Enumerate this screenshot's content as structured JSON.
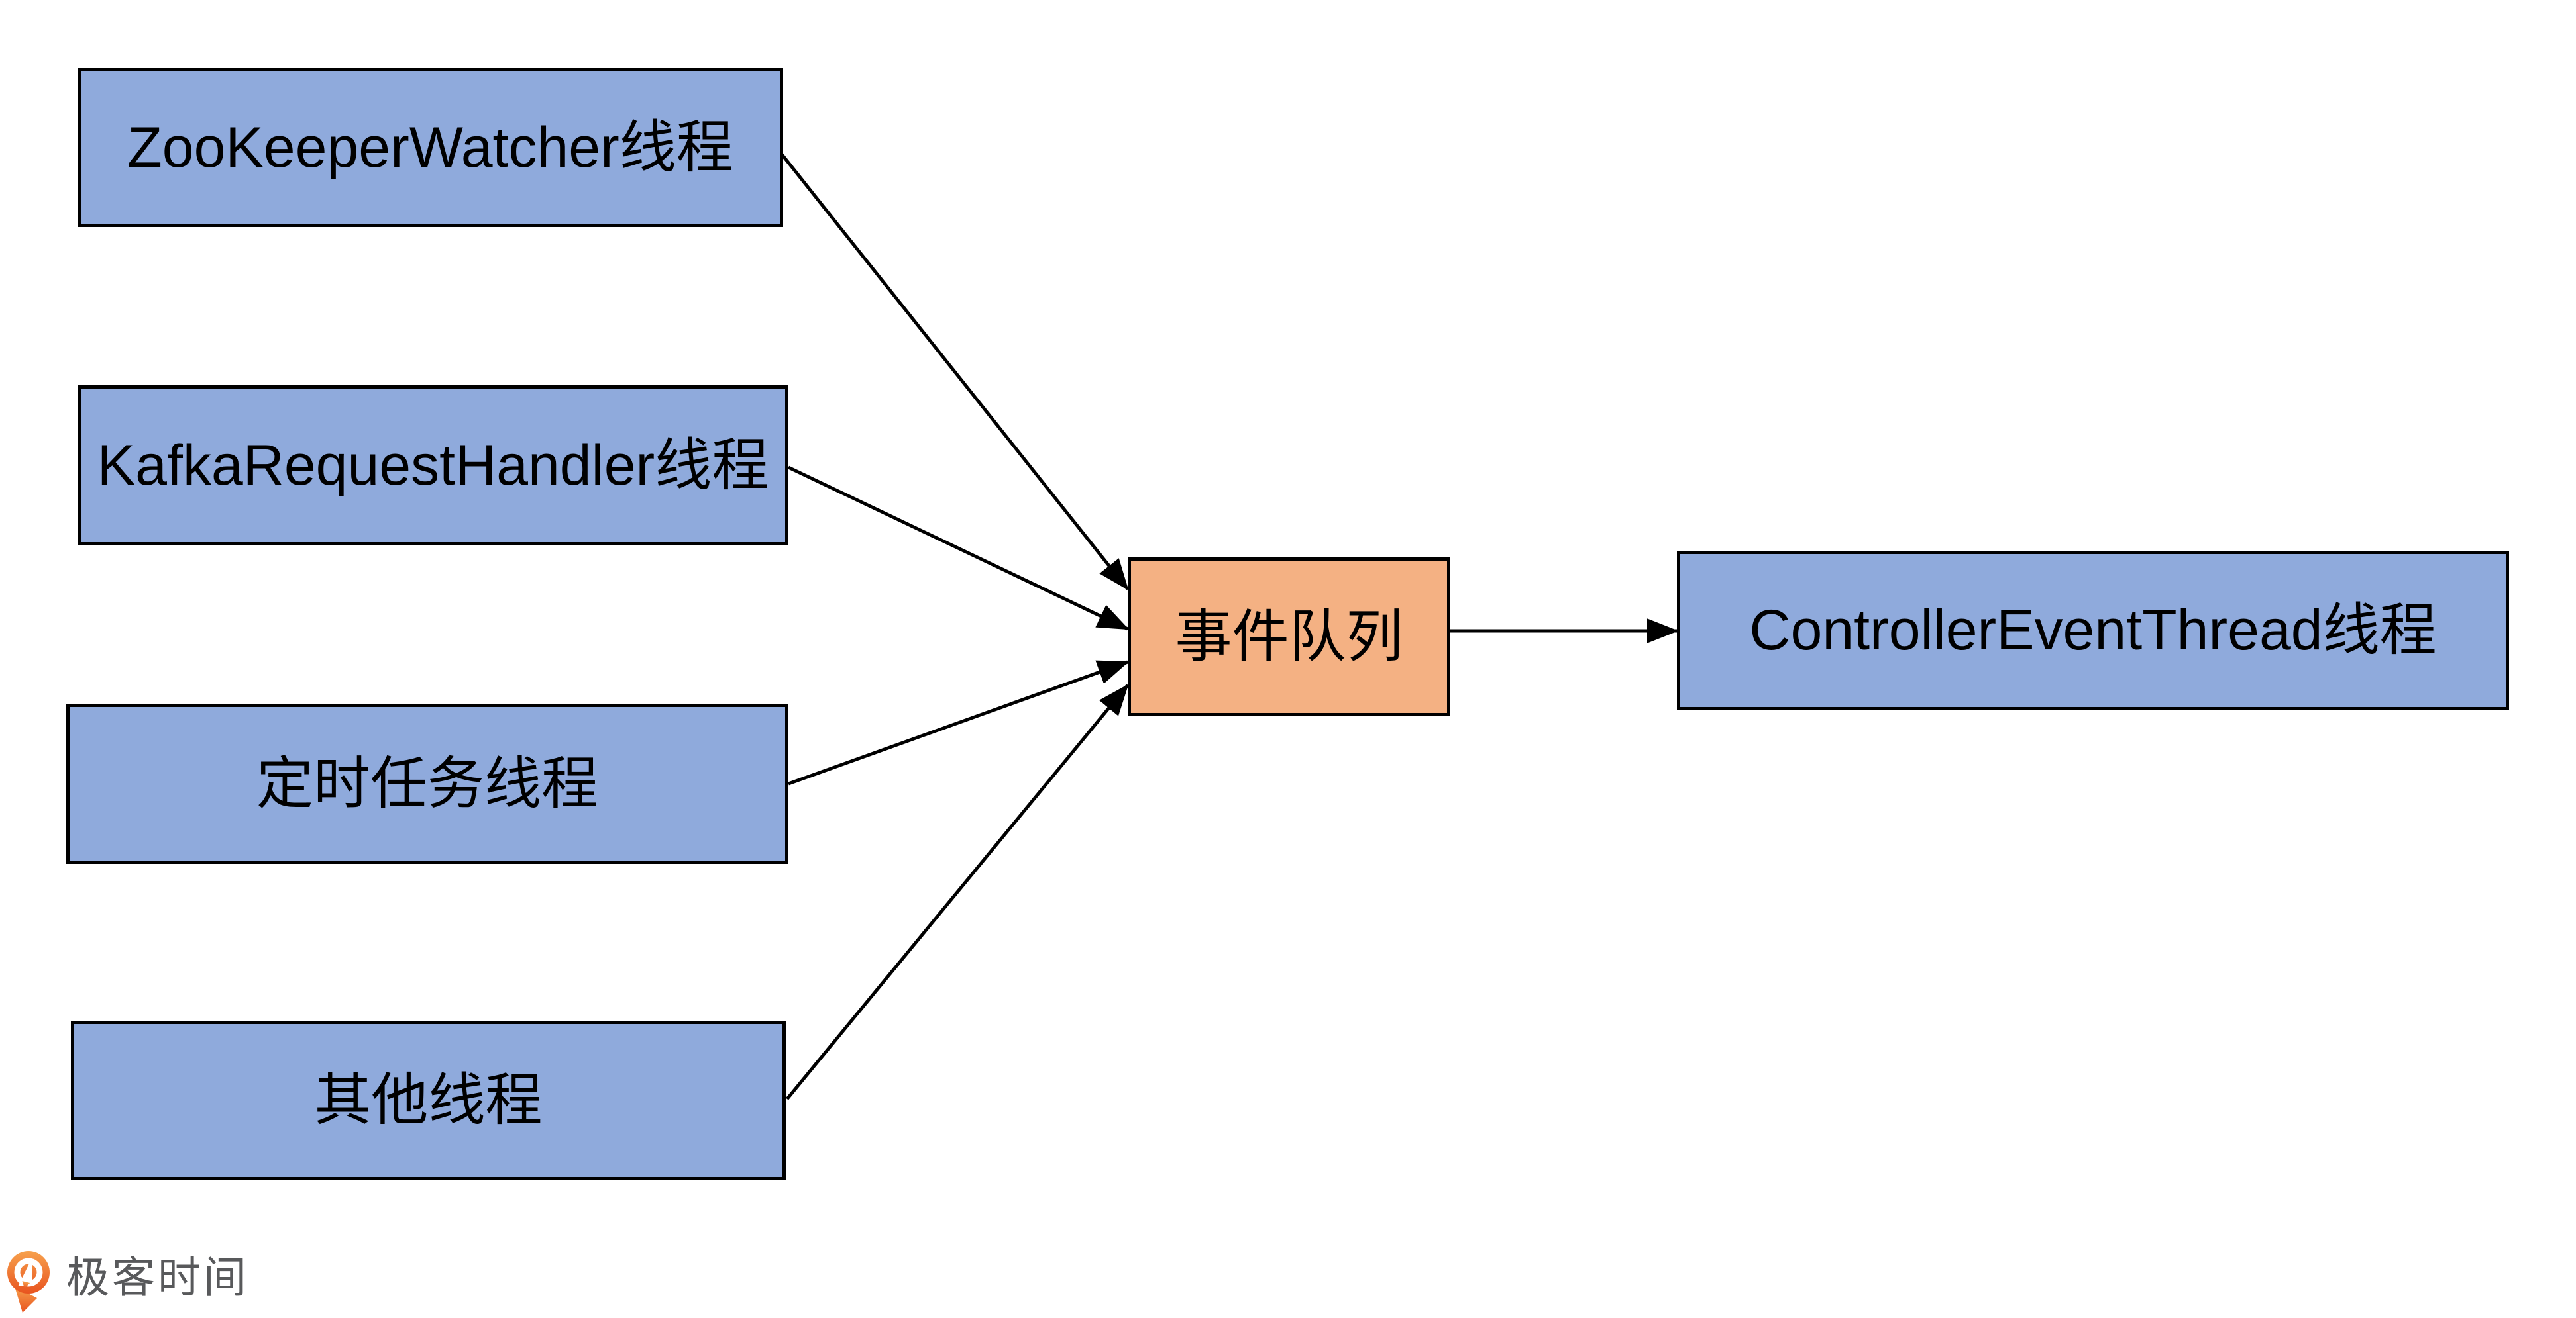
{
  "nodes": [
    {
      "id": "zookeeper-watcher-thread",
      "label": "ZooKeeperWatcher线程",
      "fill": "#8FAADC"
    },
    {
      "id": "kafka-request-handler-thread",
      "label": "KafkaRequestHandler线程",
      "fill": "#8FAADC"
    },
    {
      "id": "timer-task-thread",
      "label": "定时任务线程",
      "fill": "#8FAADC"
    },
    {
      "id": "other-thread",
      "label": "其他线程",
      "fill": "#8FAADC"
    },
    {
      "id": "event-queue",
      "label": "事件队列",
      "fill": "#F4B183"
    },
    {
      "id": "controller-event-thread",
      "label": "ControllerEventThread线程",
      "fill": "#8FAADC"
    }
  ],
  "edges": [
    {
      "from": "zookeeper-watcher-thread",
      "to": "event-queue"
    },
    {
      "from": "kafka-request-handler-thread",
      "to": "event-queue"
    },
    {
      "from": "timer-task-thread",
      "to": "event-queue"
    },
    {
      "from": "other-thread",
      "to": "event-queue"
    },
    {
      "from": "event-queue",
      "to": "controller-event-thread"
    }
  ],
  "colors": {
    "node_blue": "#8FAADC",
    "node_orange": "#F4B183",
    "stroke": "#000000",
    "background": "#FFFFFF",
    "logo_orange_top": "#F7A14D",
    "logo_orange_bottom": "#E8541F",
    "logo_text": "#58595B"
  },
  "logo": {
    "text": "极客时间",
    "icon": "geektime-pin-icon"
  }
}
